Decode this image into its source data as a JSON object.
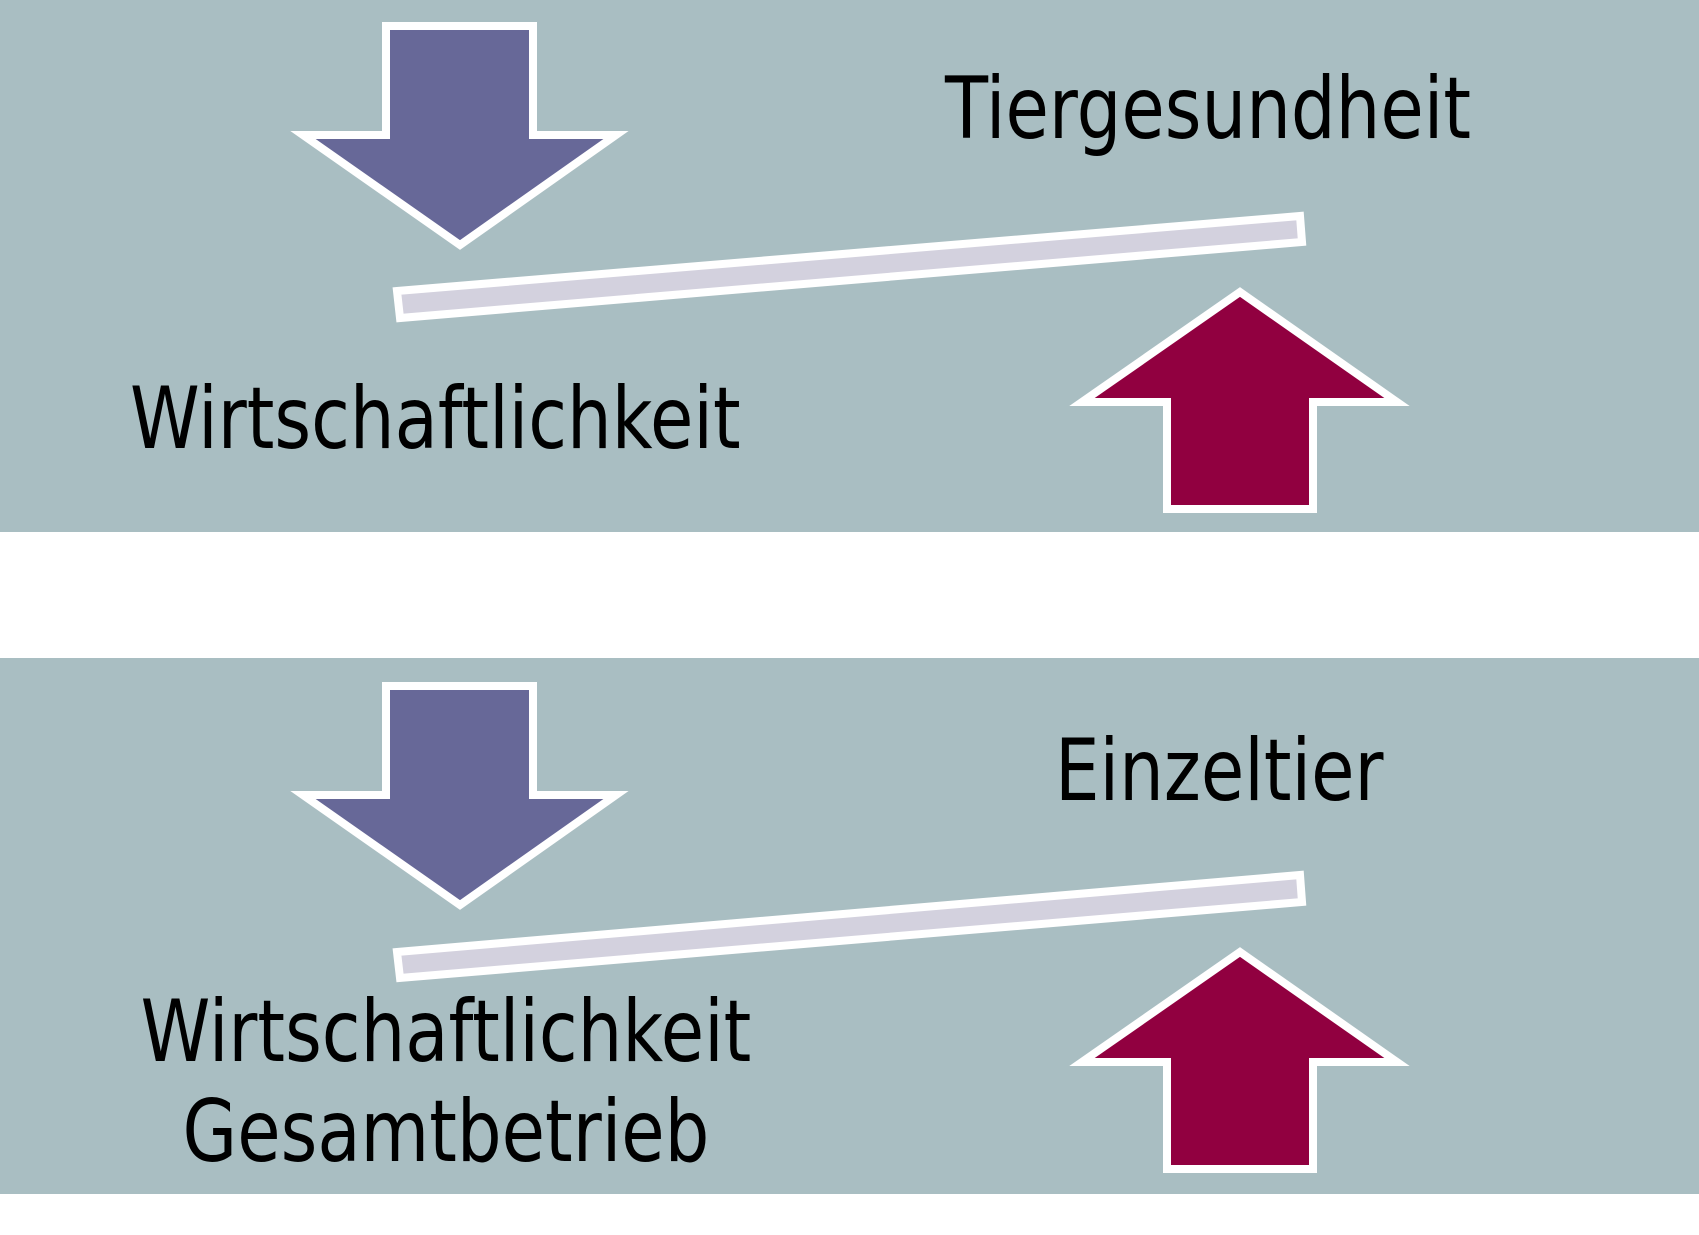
{
  "colors": {
    "panel_background": "#a9bec2",
    "page_background": "#ffffff",
    "arrow_down_fill": "#676898",
    "arrow_up_fill": "#910040",
    "beam_fill": "#d3d1de",
    "outline": "#ffffff",
    "text": "#000000"
  },
  "panels": [
    {
      "top_label": "Tiergesundheit",
      "bottom_label_line1": "Wirtschaftlichkeit",
      "bottom_label_line2": ""
    },
    {
      "top_label": "Einzeltier",
      "bottom_label_line1": "Wirtschaftlichkeit",
      "bottom_label_line2": "Gesamtbetrieb"
    }
  ],
  "icons": {
    "down_arrow": "arrow-down-icon",
    "up_arrow": "arrow-up-icon",
    "beam": "seesaw-beam"
  }
}
